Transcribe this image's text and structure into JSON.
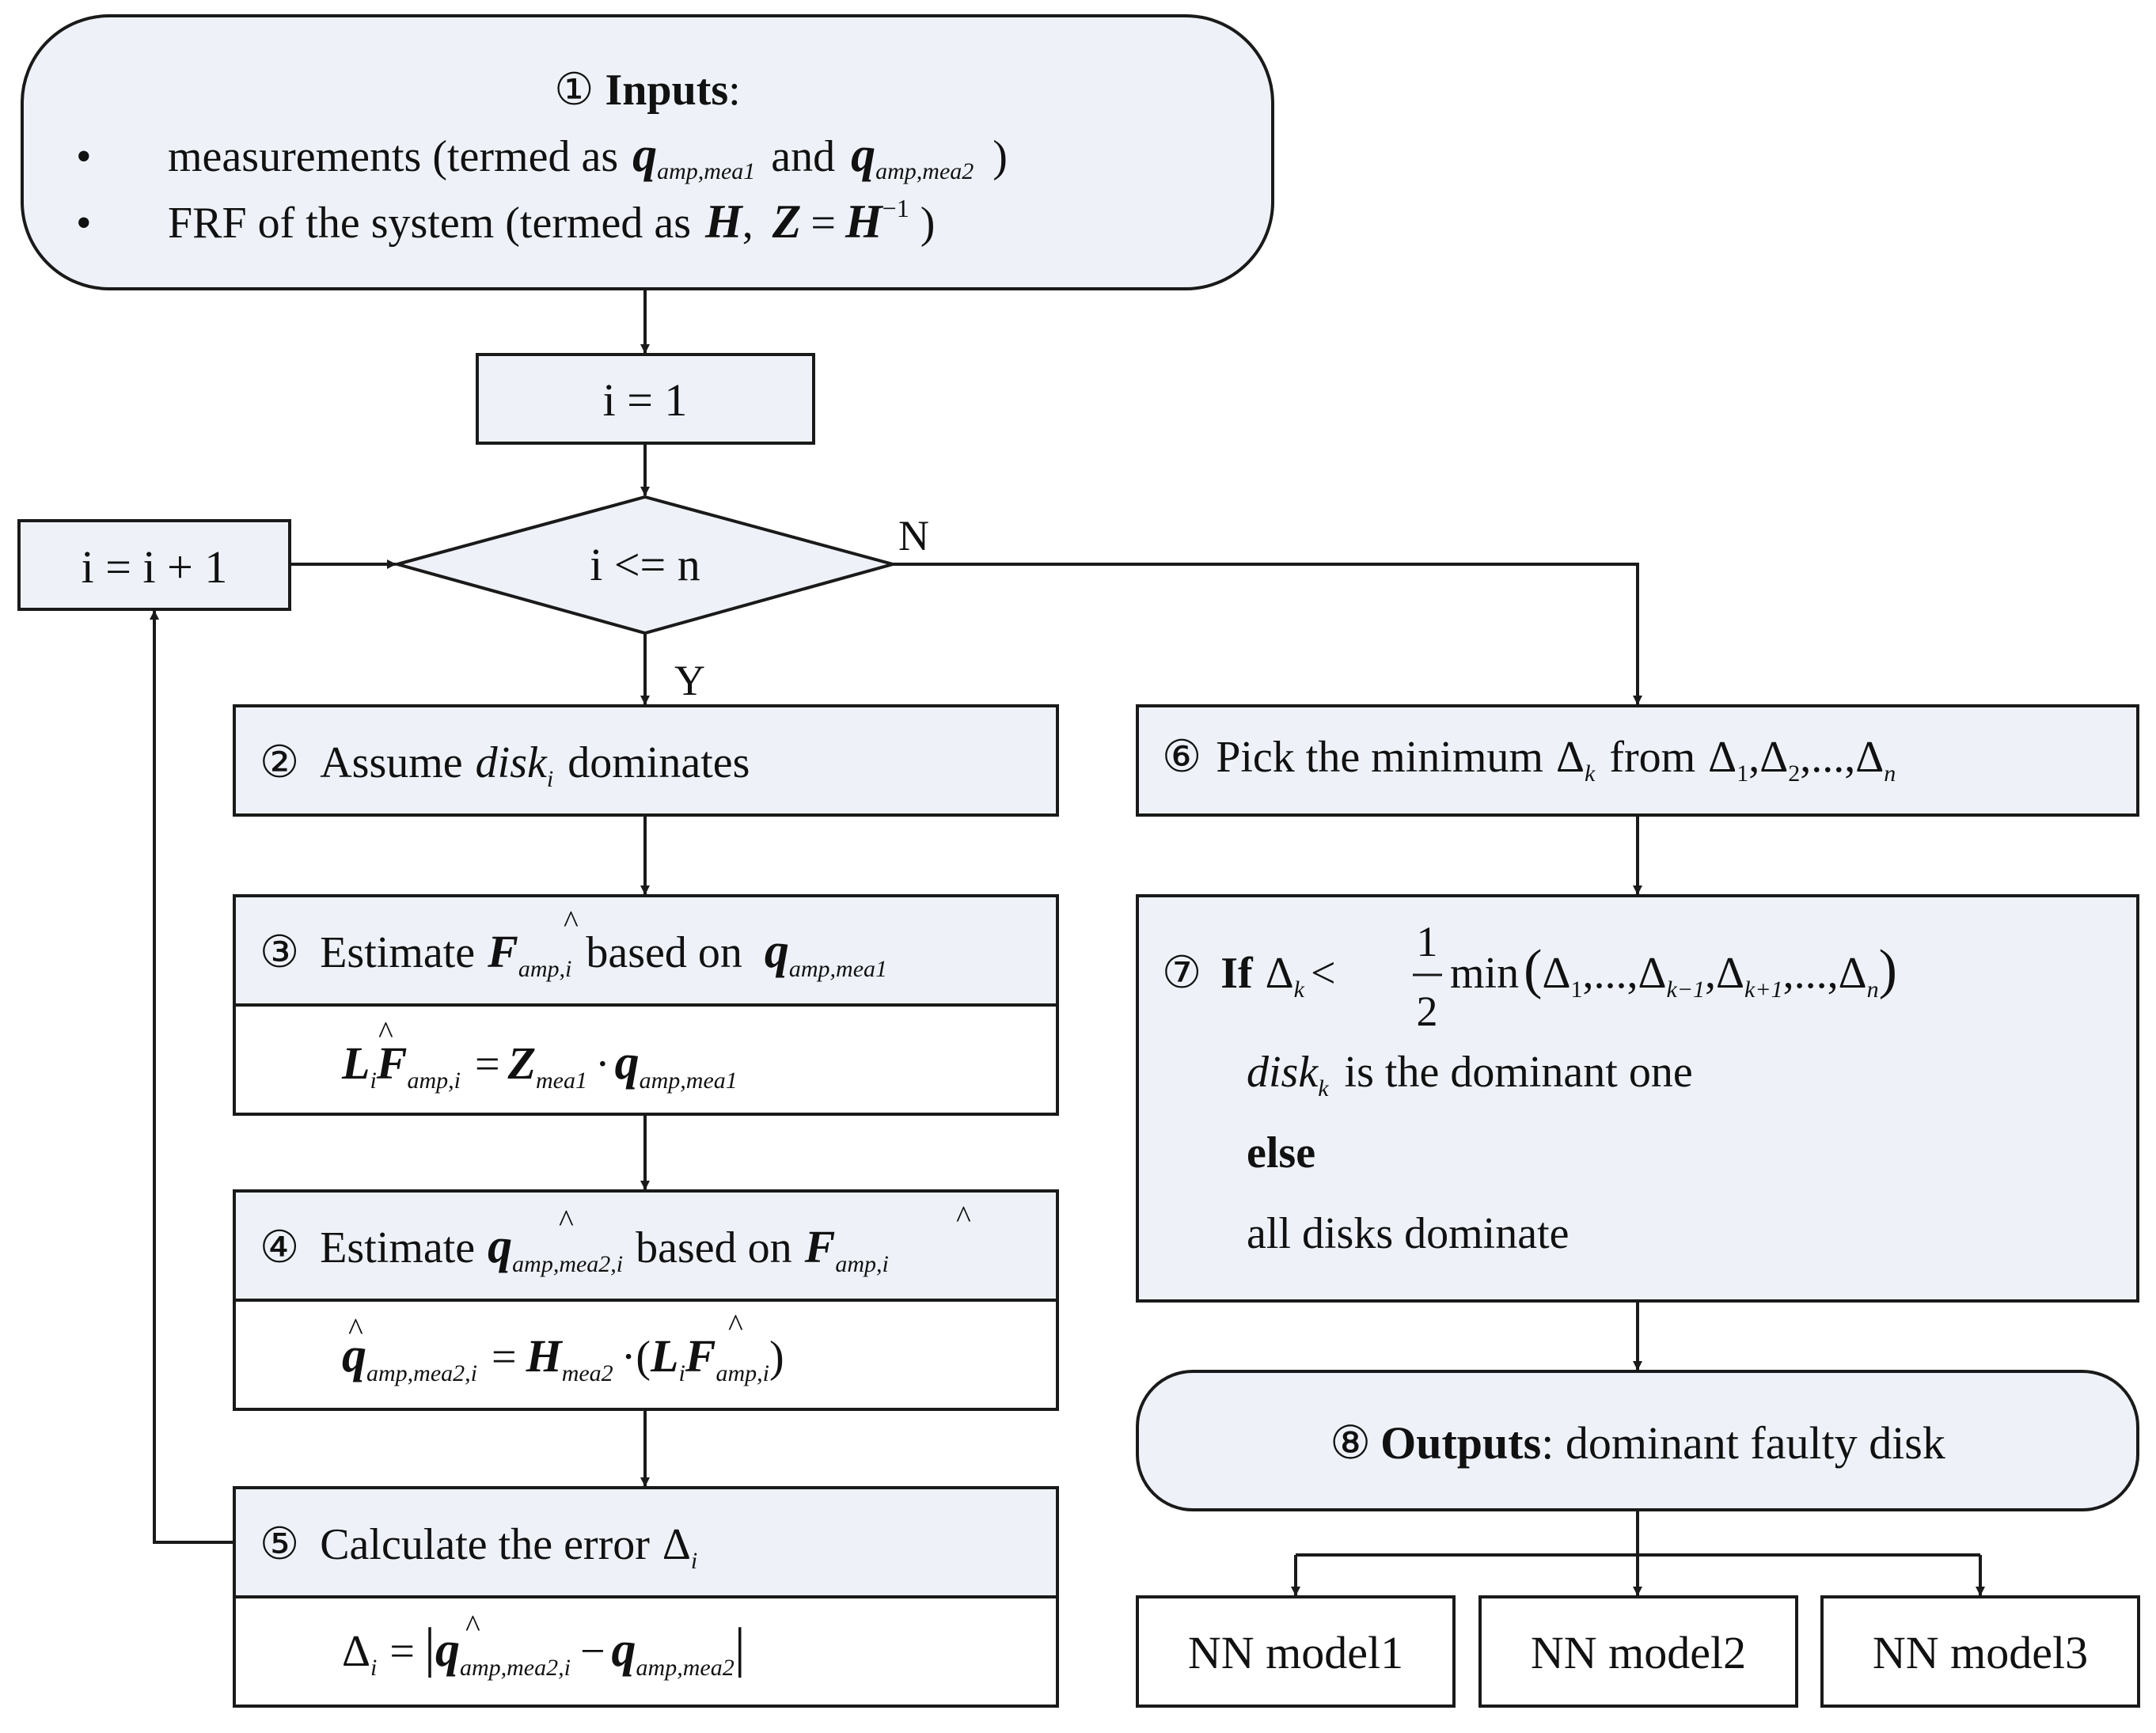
{
  "colors": {
    "box_fill": "#eef2f8",
    "white_fill": "#ffffff",
    "stroke": "#1a1a1a"
  },
  "inputs": {
    "num": "①",
    "title": "Inputs",
    "colon": ":",
    "bullet": "•",
    "b1_text": "measurements (termed as",
    "b1_and": "and",
    "b1_close": ")",
    "b2_text": "FRF of the system (termed as",
    "b2_close": ")",
    "q": "q",
    "sub_amp_mea1": "amp,mea1",
    "sub_amp_mea2": "amp,mea2",
    "H": "H",
    "comma": ",",
    "Z": "Z",
    "eq": "=",
    "inv": "−1"
  },
  "init": {
    "text": "i = 1"
  },
  "incr": {
    "text": "i = i + 1"
  },
  "cond": {
    "text": "i <= n",
    "yes": "Y",
    "no": "N"
  },
  "step2": {
    "num": "②",
    "pre": "Assume",
    "disk": "disk",
    "sub": "i",
    "post": "dominates"
  },
  "step3": {
    "num": "③",
    "pre": "Estimate",
    "F": "F",
    "hat": "^",
    "sub_F": "amp,i",
    "mid": "based on",
    "q": "q",
    "sub_q": "amp,mea1",
    "eq_L": "L",
    "eq_Lsub": "i",
    "eq_F": "F",
    "eq_Fsub": "amp,i",
    "eq_eq": "=",
    "eq_Z": "Z",
    "eq_Zsub": "mea1",
    "eq_dot": "·",
    "eq_q": "q",
    "eq_qsub": "amp,mea1"
  },
  "step4": {
    "num": "④",
    "pre": "Estimate",
    "q": "q",
    "sub_q": "amp,mea2,i",
    "mid": "based on",
    "F": "F",
    "sub_F": "amp,i",
    "eq_q": "q",
    "eq_qsub": "amp,mea2,i",
    "eq_eq": "=",
    "eq_H": "H",
    "eq_Hsub": "mea2",
    "eq_dot": "·",
    "eq_open": "(",
    "eq_L": "L",
    "eq_Lsub": "i",
    "eq_F": "F",
    "eq_Fsub": "amp,i",
    "eq_close": ")"
  },
  "step5": {
    "num": "⑤",
    "pre": "Calculate the error",
    "delta": "Δ",
    "sub": "i",
    "eq_delta": "Δ",
    "eq_sub": "i",
    "eq_eq": "=",
    "eq_bar": "|",
    "eq_q1": "q",
    "eq_q1sub": "amp,mea2,i",
    "eq_minus": "−",
    "eq_q2": "q",
    "eq_q2sub": "amp,mea2"
  },
  "step6": {
    "num": "⑥",
    "pre": "Pick the minimum",
    "delta": "Δ",
    "sub_k": "k",
    "from": "from",
    "sub_1": "1",
    "sub_2": "2",
    "sub_n": "n",
    "sep": ",",
    "dots": "...,"
  },
  "step7": {
    "num": "⑦",
    "if": "If",
    "delta": "Δ",
    "sub_k": "k",
    "lt": "<",
    "frac_num": "1",
    "frac_den": "2",
    "min": "min",
    "open": "(",
    "close": ")",
    "sub_1": "1",
    "sub_km1": "k−1",
    "sub_kp1": "k+1",
    "sub_n": "n",
    "sep": ",",
    "dots": "...,",
    "line2_disk": "disk",
    "line2_sub": "k",
    "line2_rest": "is the dominant one",
    "else": "else",
    "line4": "all disks dominate"
  },
  "outputs": {
    "num": "⑧",
    "title": "Outputs",
    "rest": ": dominant faulty disk"
  },
  "models": [
    "NN model1",
    "NN model2",
    "NN model3"
  ]
}
